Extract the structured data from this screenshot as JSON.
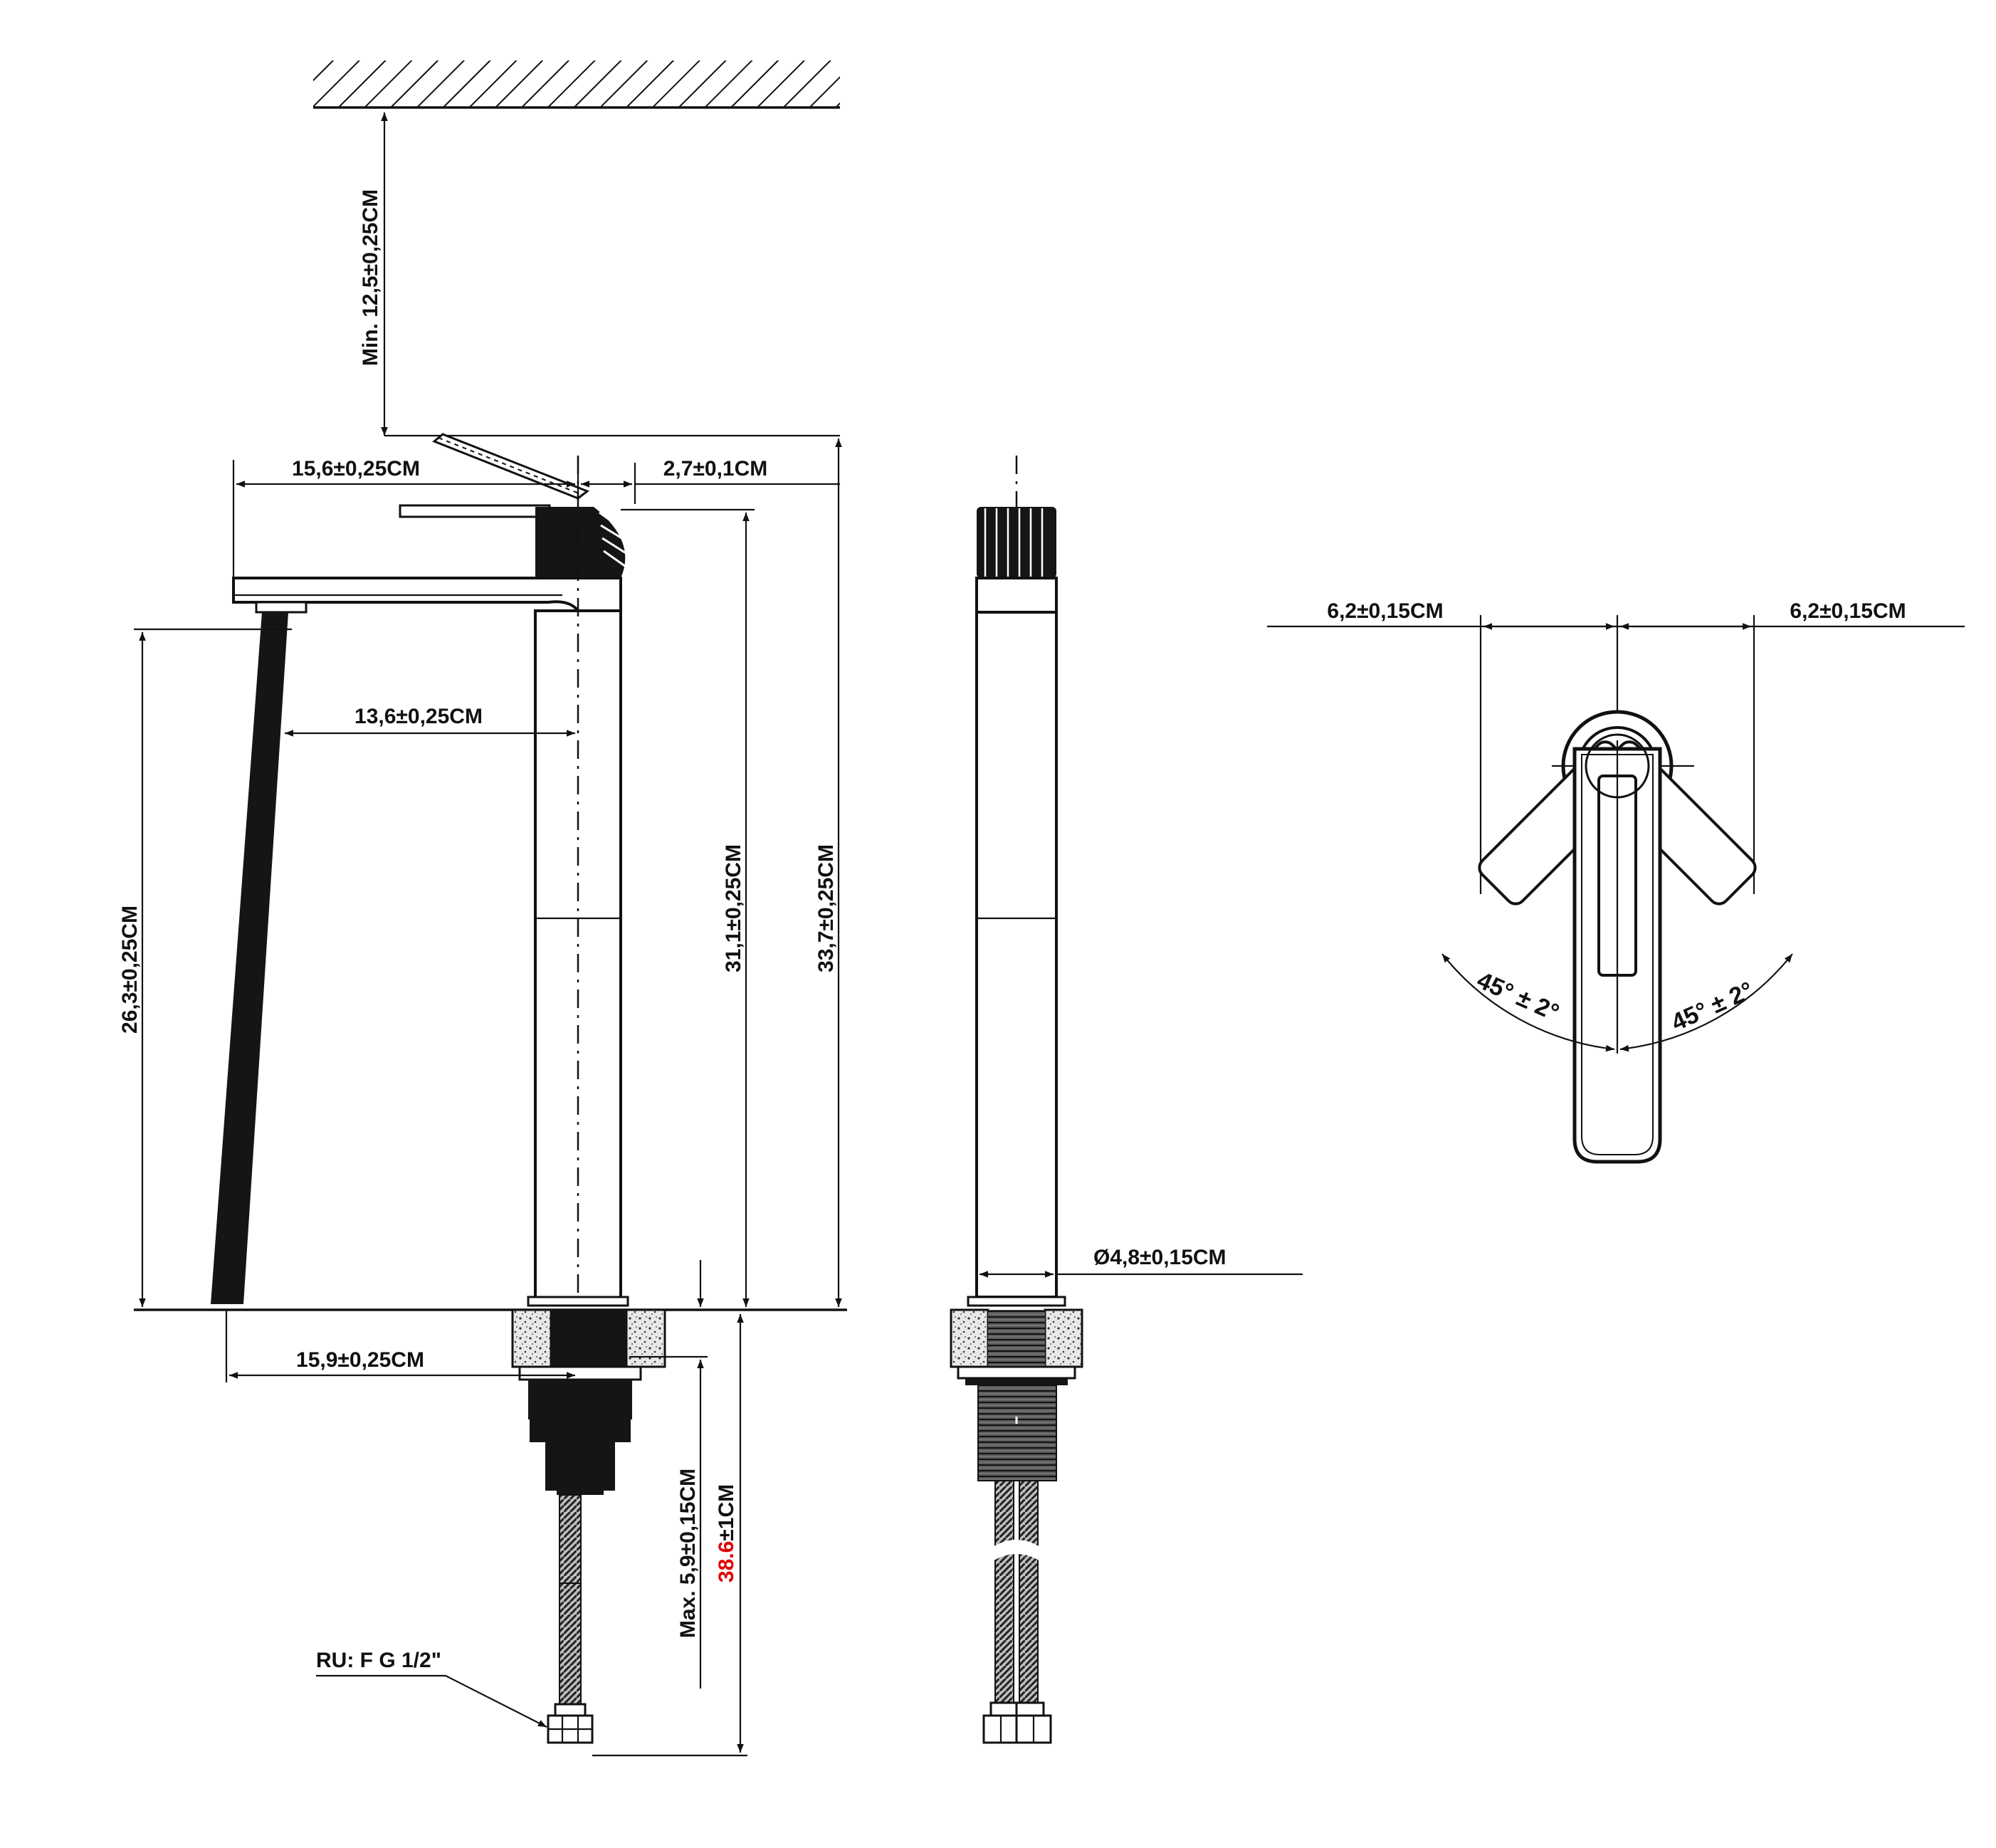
{
  "colors": {
    "line": "#111111",
    "highlight": "#e00000",
    "background": "#ffffff"
  },
  "dimensions": {
    "ceiling_clearance": "Min. 12,5±0,25CM",
    "spout_reach": "15,6±0,25CM",
    "handle_depth": "2,7±0,1CM",
    "spout_to_body": "13,6±0,25CM",
    "spout_height": "26,3±0,25CM",
    "body_height": "31,1±0,25CM",
    "total_height": "33,7±0,25CM",
    "base_reach": "15,9±0,25CM",
    "max_counter": "Max. 5,9±0,15CM",
    "hose_length_value": "38.6",
    "hose_length_tol": "±1CM",
    "thread_label": "RU: F G 1/2\"",
    "body_diameter": "Ø4,8±0,15CM",
    "handle_left": "6,2±0,15CM",
    "handle_right": "6,2±0,15CM",
    "angle_left": "45° ± 2°",
    "angle_right": "45° ± 2°"
  }
}
